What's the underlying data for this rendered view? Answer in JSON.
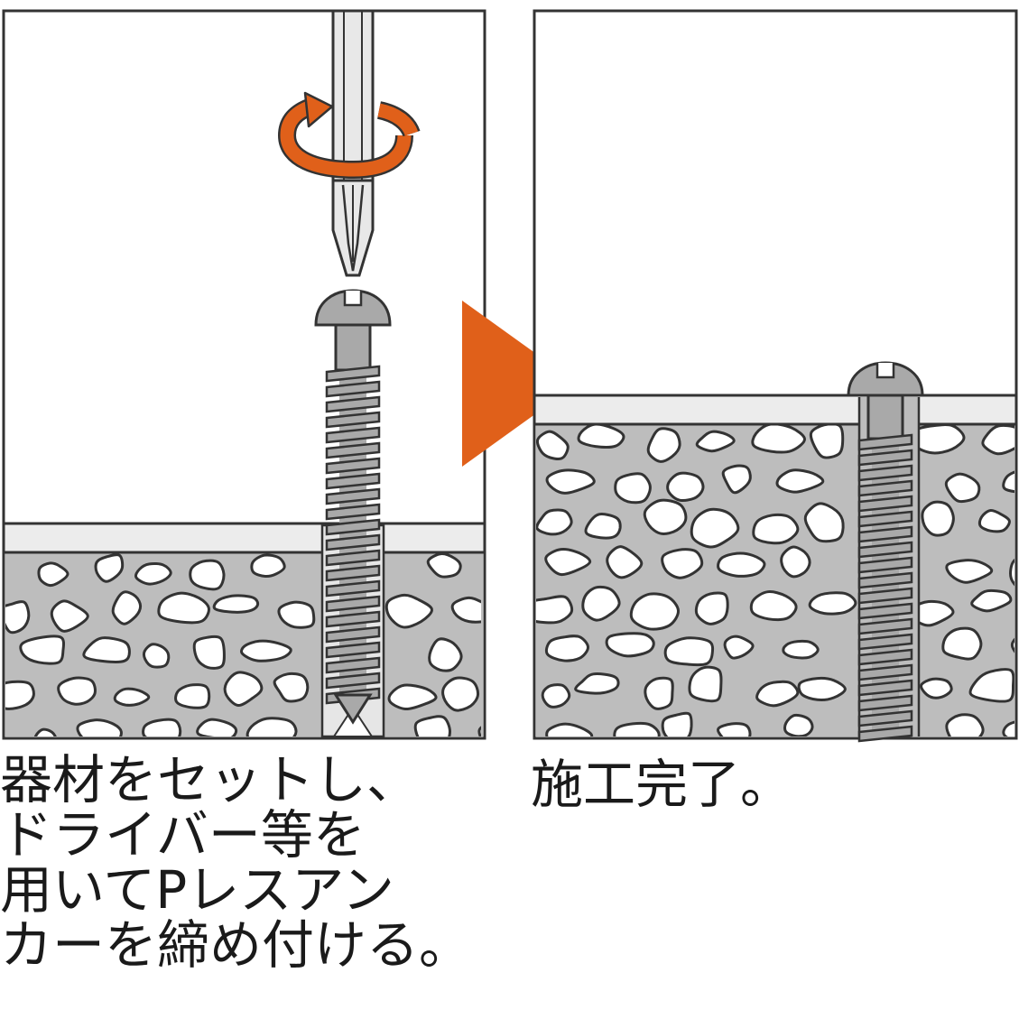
{
  "steps": [
    {
      "caption_lines": [
        "器材をセットし、",
        "ドライバー等を",
        "用いてPレスアン",
        "カーを締め付ける。"
      ]
    },
    {
      "caption_lines": [
        "施工完了。"
      ]
    }
  ],
  "colors": {
    "accent_orange": "#e0601a",
    "concrete_gray": "#bdbdbd",
    "screw_gray": "#a9a9a9",
    "panel_line": "#333333",
    "fixture_fill": "#ececec"
  },
  "icons": {
    "rotation": "rotation-arrow-icon",
    "next_step": "play-triangle-icon"
  }
}
